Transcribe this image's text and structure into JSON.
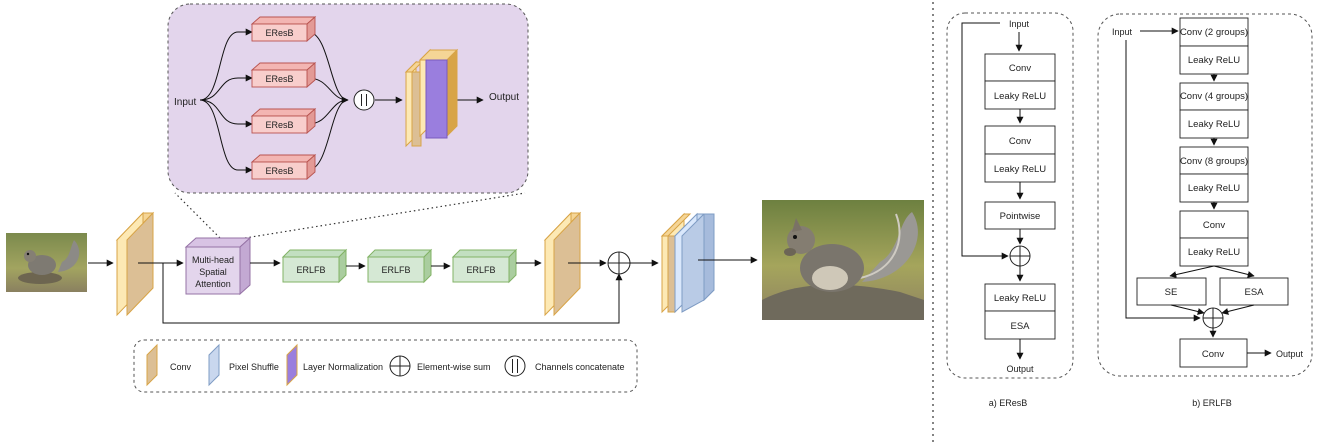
{
  "main": {
    "input_image": "squirrel-low-resolution-photo",
    "output_image": "squirrel-high-resolution-photo",
    "attention_label": [
      "Multi-head",
      "Spatial",
      "Attention"
    ],
    "erlfb_blocks": [
      "ERLFB",
      "ERLFB",
      "ERLFB"
    ]
  },
  "attention_detail": {
    "input_label": "Input",
    "output_label": "Output",
    "blocks": [
      "EResB",
      "EResB",
      "EResB",
      "EResB"
    ]
  },
  "legend": {
    "items": [
      {
        "icon": "conv-icon",
        "label": "Conv"
      },
      {
        "icon": "pixel-shuffle-icon",
        "label": "Pixel Shuffle"
      },
      {
        "icon": "layer-normalization-icon",
        "label": "Layer Normalization"
      },
      {
        "icon": "element-wise-sum-icon",
        "label": "Element-wise sum"
      },
      {
        "icon": "channels-concatenate-icon",
        "label": "Channels concatenate"
      }
    ]
  },
  "eresb": {
    "input_label": "Input",
    "output_label": "Output",
    "boxes": [
      "Conv",
      "Leaky ReLU",
      "Conv",
      "Leaky ReLU",
      "Pointwise",
      "Leaky ReLU",
      "ESA"
    ],
    "caption": "a) EResB"
  },
  "erlfb": {
    "input_label": "Input",
    "output_label": "Output",
    "boxes": [
      "Conv (2 groups)",
      "Leaky ReLU",
      "Conv (4 groups)",
      "Leaky ReLU",
      "Conv (8 groups)",
      "Leaky ReLU",
      "Conv",
      "Leaky ReLU",
      "SE",
      "ESA",
      "Conv"
    ],
    "caption": "b) ERLFB"
  },
  "colors": {
    "conv_front": "#fde9b4",
    "conv_face": "#dcbf95",
    "conv_stroke": "#d8a447",
    "pixel_shuffle_front": "#dae8fc",
    "pixel_shuffle_face": "#b9cbe6",
    "pixel_shuffle_stroke": "#7f9cc4",
    "layer_norm": "#9a7ede",
    "attention_fill": "#e3d5ec",
    "attention_stroke": "#9673a6",
    "eresb_fill": "#f8cecc",
    "eresb_stroke": "#b85450",
    "erlfb_fill": "#d5e8d4",
    "erlfb_stroke": "#82b366"
  }
}
